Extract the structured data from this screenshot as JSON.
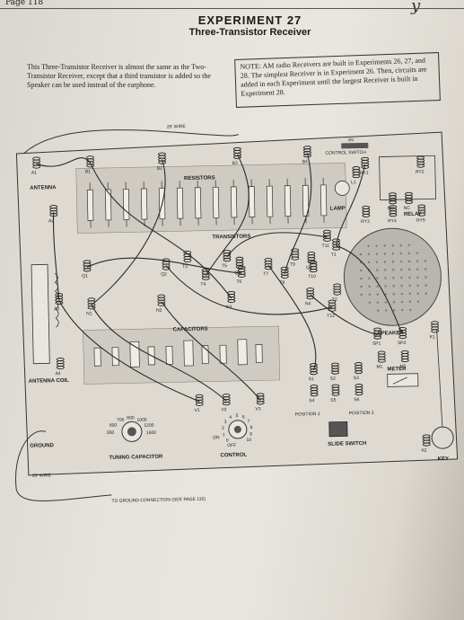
{
  "page": {
    "number": "Page 118",
    "scribble": "y"
  },
  "experiment": {
    "title": "EXPERIMENT 27",
    "subtitle": "Three-Transistor Receiver"
  },
  "intro": "This Three-Transistor Receiver is almost the same as the Two-Transistor Receiver, except that a third transistor is added so the Speaker can be used instead of the earphone.",
  "note": "NOTE: AM radio Receivers are built in Experiments 26, 27, and 28. The simplest Receiver is in Experiment 26. Then, circuits are added in each Experiment until the largest Receiver is built in Experiment 28.",
  "diagram": {
    "wire_top": "25' WIRE",
    "wire_bottom": "25' WIRE",
    "ground_note": "TO GROUND CONNECTION (SEE PAGE 115)",
    "labels": {
      "antenna": "ANTENNA",
      "antenna_coil": "ANTENNA COIL",
      "ground": "GROUND",
      "tuning_capacitor": "TUNING CAPACITOR",
      "control": "CONTROL",
      "off": "OFF",
      "on": "ON",
      "resistors": "RESISTORS",
      "transistors": "TRANSISTORS",
      "capacitors": "CAPACITORS",
      "control_switch": "CONTROL SWITCH",
      "lamp": "LAMP",
      "relay": "RELAY",
      "speaker": "SPEAKER",
      "meter": "METER",
      "slide_switch": "SLIDE SWITCH",
      "position_1": "POSITION 1",
      "position_2": "POSITION 2",
      "key": "KEY",
      "battery": "6V"
    },
    "tuning_scale": [
      "550",
      "600",
      "700",
      "800",
      "1000",
      "1200",
      "1600"
    ],
    "control_scale": [
      "0",
      "1",
      "2",
      "3",
      "4",
      "5",
      "6",
      "7",
      "8",
      "9",
      "10"
    ],
    "terminals": [
      "A",
      "A1",
      "A2",
      "A3",
      "A4",
      "B1",
      "B2",
      "B3",
      "B4",
      "N1",
      "N2",
      "N3",
      "N4",
      "T1",
      "T2",
      "T3",
      "T4",
      "T5",
      "T6",
      "T7",
      "T8",
      "T9",
      "T10",
      "T11",
      "T12",
      "Q1",
      "Q2",
      "Q3",
      "Q4",
      "V1",
      "V2",
      "V3",
      "L1",
      "S1",
      "S2",
      "S3",
      "S4",
      "S5",
      "S6",
      "M1",
      "M2",
      "K1",
      "K2",
      "SP1",
      "SP2",
      "RY1",
      "RY2",
      "RY3",
      "RY4",
      "RY5",
      "NO",
      "NC"
    ]
  }
}
